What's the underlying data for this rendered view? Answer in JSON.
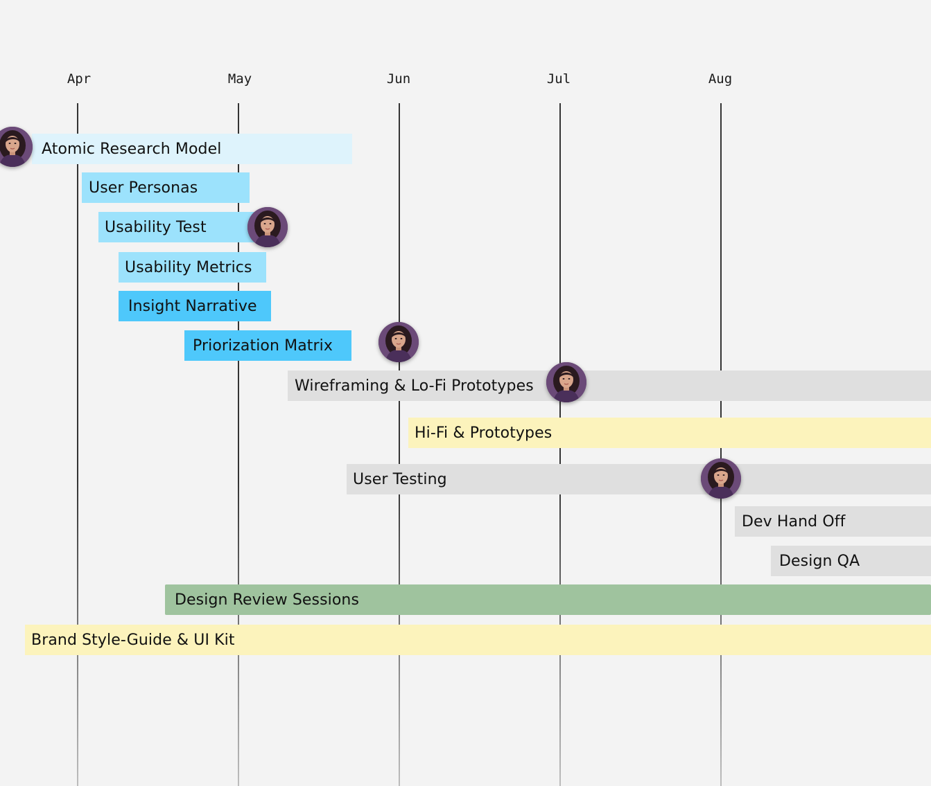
{
  "months": [
    "Apr",
    "May",
    "Jun",
    "Jul",
    "Aug"
  ],
  "colors": {
    "lightest_blue": "#def3fc",
    "light_blue": "#9ce2fc",
    "blue": "#4ec8fb",
    "gray": "#dfdfdf",
    "yellow": "#fcf3bc",
    "green": "#9fc39e",
    "background": "#f3f3f3"
  },
  "tasks": [
    {
      "name": "Atomic Research Model",
      "color": "lightest_blue"
    },
    {
      "name": "User Personas",
      "color": "light_blue"
    },
    {
      "name": "Usability Test",
      "color": "light_blue"
    },
    {
      "name": "Usability Metrics",
      "color": "light_blue"
    },
    {
      "name": "Insight Narrative",
      "color": "blue"
    },
    {
      "name": "Priorization Matrix",
      "color": "blue"
    },
    {
      "name": "Wireframing & Lo-Fi Prototypes",
      "color": "gray"
    },
    {
      "name": "Hi-Fi & Prototypes",
      "color": "yellow"
    },
    {
      "name": "User Testing",
      "color": "gray"
    },
    {
      "name": "Dev Hand Off",
      "color": "gray"
    },
    {
      "name": "Design QA",
      "color": "gray"
    },
    {
      "name": "Design Review Sessions",
      "color": "green"
    },
    {
      "name": "Brand Style-Guide & UI Kit",
      "color": "yellow"
    }
  ]
}
